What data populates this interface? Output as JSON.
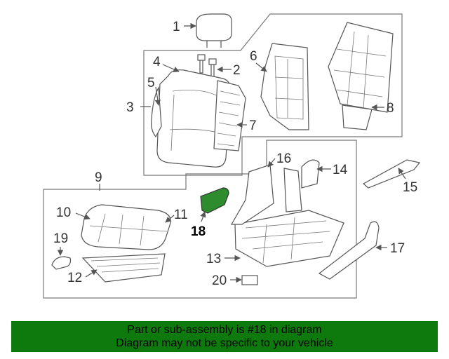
{
  "diagram": {
    "highlight_color": "#2e8b2e",
    "highlighted_part": "18",
    "callouts": [
      "1",
      "2",
      "3",
      "4",
      "5",
      "6",
      "7",
      "8",
      "9",
      "10",
      "11",
      "12",
      "13",
      "14",
      "15",
      "16",
      "17",
      "18",
      "19",
      "20"
    ]
  },
  "footer": {
    "background": "#0e7a0d",
    "line1": "Part or sub-assembly is #18 in diagram",
    "line2": "Diagram may not be specific to your vehicle"
  }
}
